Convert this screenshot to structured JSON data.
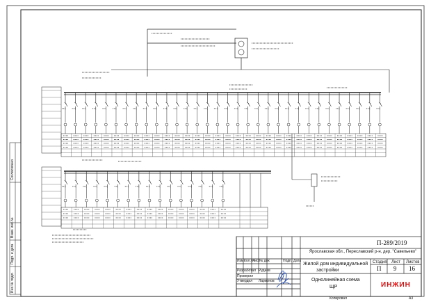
{
  "sheet": {
    "format_label": "А3",
    "copied_label": "Копировал",
    "margin_labels": [
      "Согласовано",
      "Взам. инв.№",
      "Подп. и дата",
      "Инв.№ подл."
    ]
  },
  "title_block": {
    "doc_number": "П-289/2019",
    "location": "Ярославская обл., Переславский р-н, дер. \"Савельево\"",
    "object_line1": "Жилой дом индивидуальной",
    "object_line2": "застройки",
    "sheet_title_line1": "Однолинейная схема",
    "sheet_title_line2": "ЩР",
    "stage_header": "Стадия",
    "sheet_header": "Лист",
    "sheets_header": "Листов",
    "stage": "П",
    "sheet": "9",
    "sheets": "16",
    "column_headers": [
      "Изм.",
      "Кол.уч",
      "Лист",
      "№ док",
      "Подп.",
      "Дата"
    ],
    "roles": [
      {
        "role": "Разработал",
        "name": "Руднев"
      },
      {
        "role": "Проверил",
        "name": ""
      },
      {
        "role": "Утвердил",
        "name": "Ларионов"
      }
    ],
    "company_logo": "ИНЖИН"
  },
  "colors": {
    "line": "#222222",
    "logo_red": "#d11a1a",
    "accent_blue": "#2a4fb0"
  }
}
